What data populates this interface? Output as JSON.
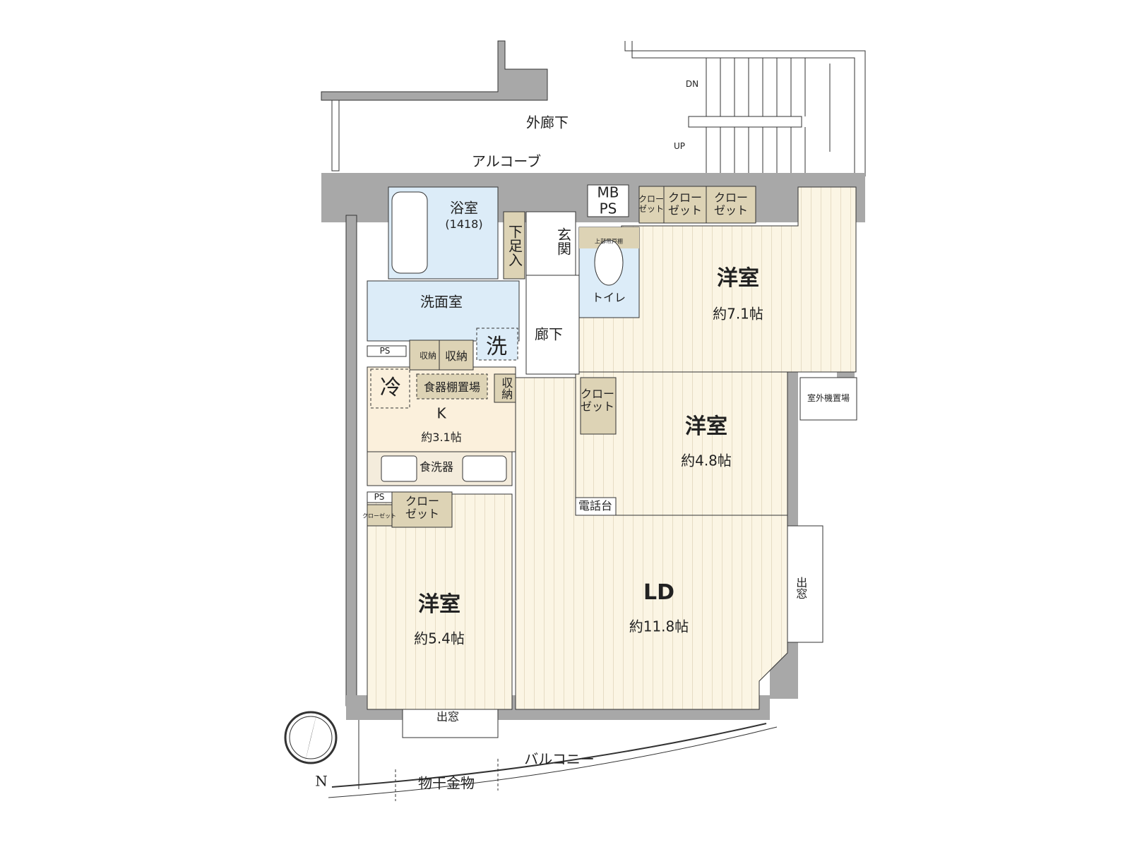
{
  "plan": {
    "outer_corridor": "外廊下",
    "alcove": "アルコーブ",
    "stairs_down": "DN",
    "stairs_up": "UP",
    "bathroom": {
      "name": "浴室",
      "size": "(1418)"
    },
    "shoe_cabinet": "下足入",
    "entrance": "玄関",
    "mb_ps": {
      "line1": "MB",
      "line2": "PS"
    },
    "toilet": "トイレ",
    "upper_cabinet": "上部吊戸棚",
    "closets_top": [
      {
        "line1": "クロー",
        "line2": "ゼット"
      },
      {
        "line1": "クロー",
        "line2": "ゼット"
      },
      {
        "line1": "クロー",
        "line2": "ゼット"
      }
    ],
    "washroom": "洗面室",
    "washer": "洗",
    "hallway": "廊下",
    "storage_small": "収納",
    "storage": "収納",
    "storage_hall": "収納",
    "ps1": "PS",
    "ps2": "PS",
    "fridge": "冷",
    "cupboard": "食器棚置場",
    "kitchen": {
      "name": "K",
      "size": "約3.1帖"
    },
    "dishwasher": "食洗器",
    "closet_small": "クローゼット",
    "closet_k": {
      "line1": "クロー",
      "line2": "ゼット"
    },
    "room_71": {
      "name": "洋室",
      "size": "約7.1帖"
    },
    "outdoor_unit": "室外機置場",
    "closet_48": {
      "line1": "クロー",
      "line2": "ゼット"
    },
    "room_48": {
      "name": "洋室",
      "size": "約4.8帖"
    },
    "phone_stand": "電話台",
    "room_54": {
      "name": "洋室",
      "size": "約5.4帖"
    },
    "ld": {
      "name": "LD",
      "size": "約11.8帖"
    },
    "bay_window_right": "出窓",
    "bay_window_bottom": "出窓",
    "balcony": "バルコニー",
    "drying_hardware": "物干金物",
    "compass_north": "N"
  },
  "colors": {
    "wall": "#a8a8a8",
    "floor": "#fbf5e4",
    "closet": "#ddd3b5",
    "wet": "#dcecf8",
    "line": "#333333"
  }
}
